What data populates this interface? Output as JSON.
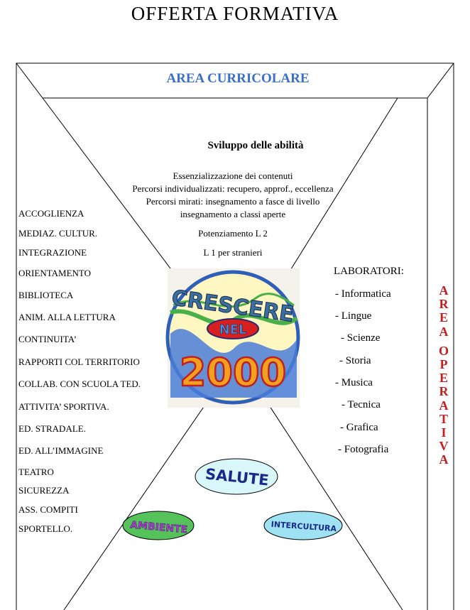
{
  "title": "OFFERTA FORMATIVA",
  "area_curricolare": "AREA CURRICOLARE",
  "sviluppo": "Sviluppo delle abilità",
  "curricular_lines": [
    "Essenzializzazione dei contenuti",
    "Percorsi individualizzati: recupero, approf., eccellenza",
    "Percorsi mirati: insegnamento a fasce di livello",
    "insegnamento a classi aperte",
    "Potenziamento L 2",
    "L 1  per stranieri"
  ],
  "left_items": [
    "ACCOGLIENZA",
    "MEDIAZ. CULTUR.",
    "INTEGRAZIONE",
    "ORIENTAMENTO",
    "BIBLIOTECA",
    "ANIM. ALLA LETTURA",
    "CONTINUITA’",
    "RAPPORTI COL TERRITORIO",
    "COLLAB. CON SCUOLA TED.",
    "ATTIVITA’ SPORTIVA.",
    "ED. STRADALE.",
    "ED. ALL’IMMAGINE",
    "TEATRO",
    "SICUREZZA",
    "ASS. COMPITI",
    "SPORTELLO."
  ],
  "laboratori_title": "LABORATORI:",
  "laboratori": [
    "- Informatica",
    "- Lingue",
    "- Scienze",
    "- Storia",
    "- Musica",
    "- Tecnica",
    "- Grafica",
    "- Fotografia"
  ],
  "area_operativa": [
    "A",
    "R",
    "E",
    "A",
    "",
    "O",
    "P",
    "E",
    "R",
    "A",
    "T",
    "I",
    "V",
    "A"
  ],
  "logo": {
    "word1": "CRESCERE",
    "word2": "NEL",
    "word3": "2000"
  },
  "ovals": {
    "salute": "SALUTE",
    "ambiente": "AMBIENTE",
    "intercultura": "INTERCULTURA"
  },
  "colors": {
    "curricolare": "#3a6fd0",
    "operativa": "#c81e1e",
    "oval_fill": "#d9f7fb",
    "ambiente_fill": "#55c25a"
  }
}
